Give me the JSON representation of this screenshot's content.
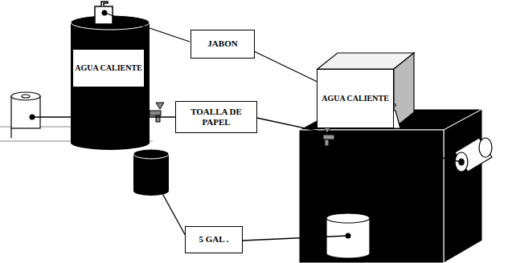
{
  "diagram": {
    "nodes": [
      {
        "text": [
          "JABON"
        ]
      },
      {
        "text": [
          "AGUA CALIENTE"
        ]
      },
      {
        "text": [
          "AGUA CALIENTE"
        ]
      },
      {
        "text": [
          "TOALLA DE PAPEL"
        ]
      },
      {
        "text": [
          "5 GAL ."
        ]
      }
    ]
  }
}
